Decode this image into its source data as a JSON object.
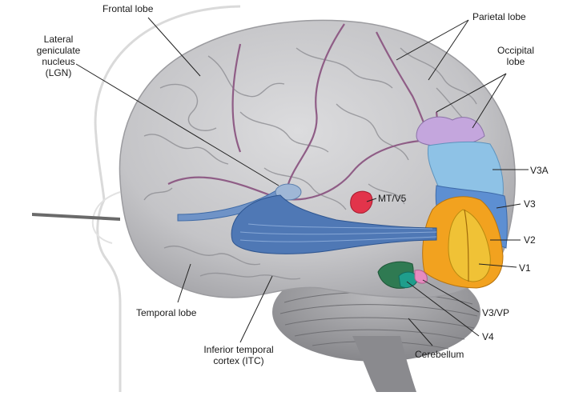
{
  "labels": {
    "frontal_lobe": "Frontal lobe",
    "parietal_lobe": "Parietal lobe",
    "lgn_line1": "Lateral",
    "lgn_line2": "geniculate",
    "lgn_line3": "nucleus",
    "lgn_line4": "(LGN)",
    "occipital_line1": "Occipital",
    "occipital_line2": "lobe",
    "v3a": "V3A",
    "mt_v5": "MT/V5",
    "v3": "V3",
    "v2": "V2",
    "v1": "V1",
    "temporal_lobe": "Temporal lobe",
    "v3_vp": "V3/VP",
    "v4": "V4",
    "itc_line1": "Inferior temporal",
    "itc_line2": "cortex (ITC)",
    "cerebellum": "Cerebellum"
  },
  "colors": {
    "brain": "#c9c9cb",
    "brain_shadow": "#a9a9ad",
    "sulcus": "#8d8d92",
    "lobe_boundary": "#8f5d86",
    "optic_pathway": "#4f78b5",
    "mt_v5": "#e2344b",
    "v1": "#f0c236",
    "v2": "#f2a21f",
    "v3": "#5d8fd2",
    "v3a": "#8ec2e6",
    "v3_purple": "#c4a6dd",
    "v4": "#2f7a52",
    "v4_teal": "#1f9e8c",
    "v3vp_pink": "#e78bc0",
    "cerebellum": "#9a9a9d",
    "head_outline": "#d9d9d9"
  }
}
